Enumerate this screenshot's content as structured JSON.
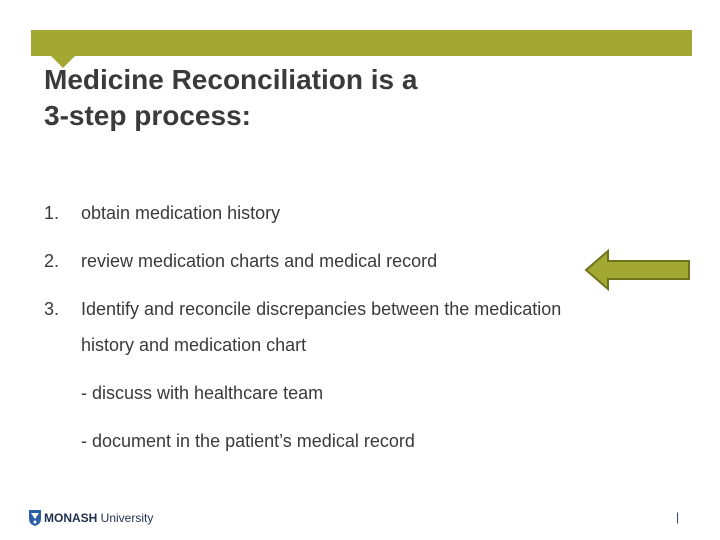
{
  "slide": {
    "title_line1": "Medicine Reconciliation is a",
    "title_line2": "3-step process:",
    "accent_color": "#a3a832",
    "items": [
      {
        "number": "1.",
        "text": "obtain medication history"
      },
      {
        "number": "2.",
        "text": "review medication charts and medical record"
      },
      {
        "number": "3.",
        "text": "Identify and reconcile discrepancies between the medication"
      }
    ],
    "item3_continuation": "history and medication chart",
    "sub_points": [
      "- discuss with healthcare team",
      "- document in the patient’s medical record"
    ],
    "arrow_icon": "left-arrow-icon",
    "logo": {
      "bold": "MONASH",
      "regular": " University"
    },
    "page_number": "|"
  }
}
